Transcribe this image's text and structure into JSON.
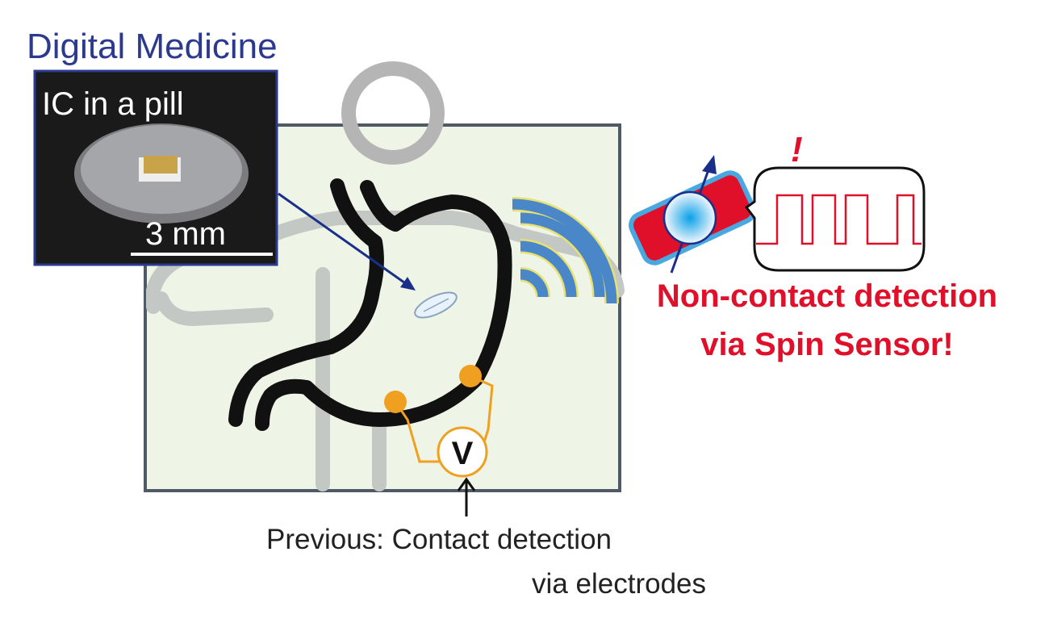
{
  "title": "Digital Medicine",
  "photo": {
    "label": "IC in a pill",
    "scale_label": "3 mm"
  },
  "previous": {
    "line1": "Previous: Contact detection",
    "line2": "via electrodes"
  },
  "voltmeter_label": "V",
  "spin": {
    "exclamation": "!",
    "line1": "Non-contact detection",
    "line2": "via Spin Sensor!"
  },
  "colors": {
    "title": "#2b3a8f",
    "red": "#e0102a",
    "orange": "#f0a020",
    "wave_blue": "#4a87c8",
    "panel": "#eef5e6"
  }
}
